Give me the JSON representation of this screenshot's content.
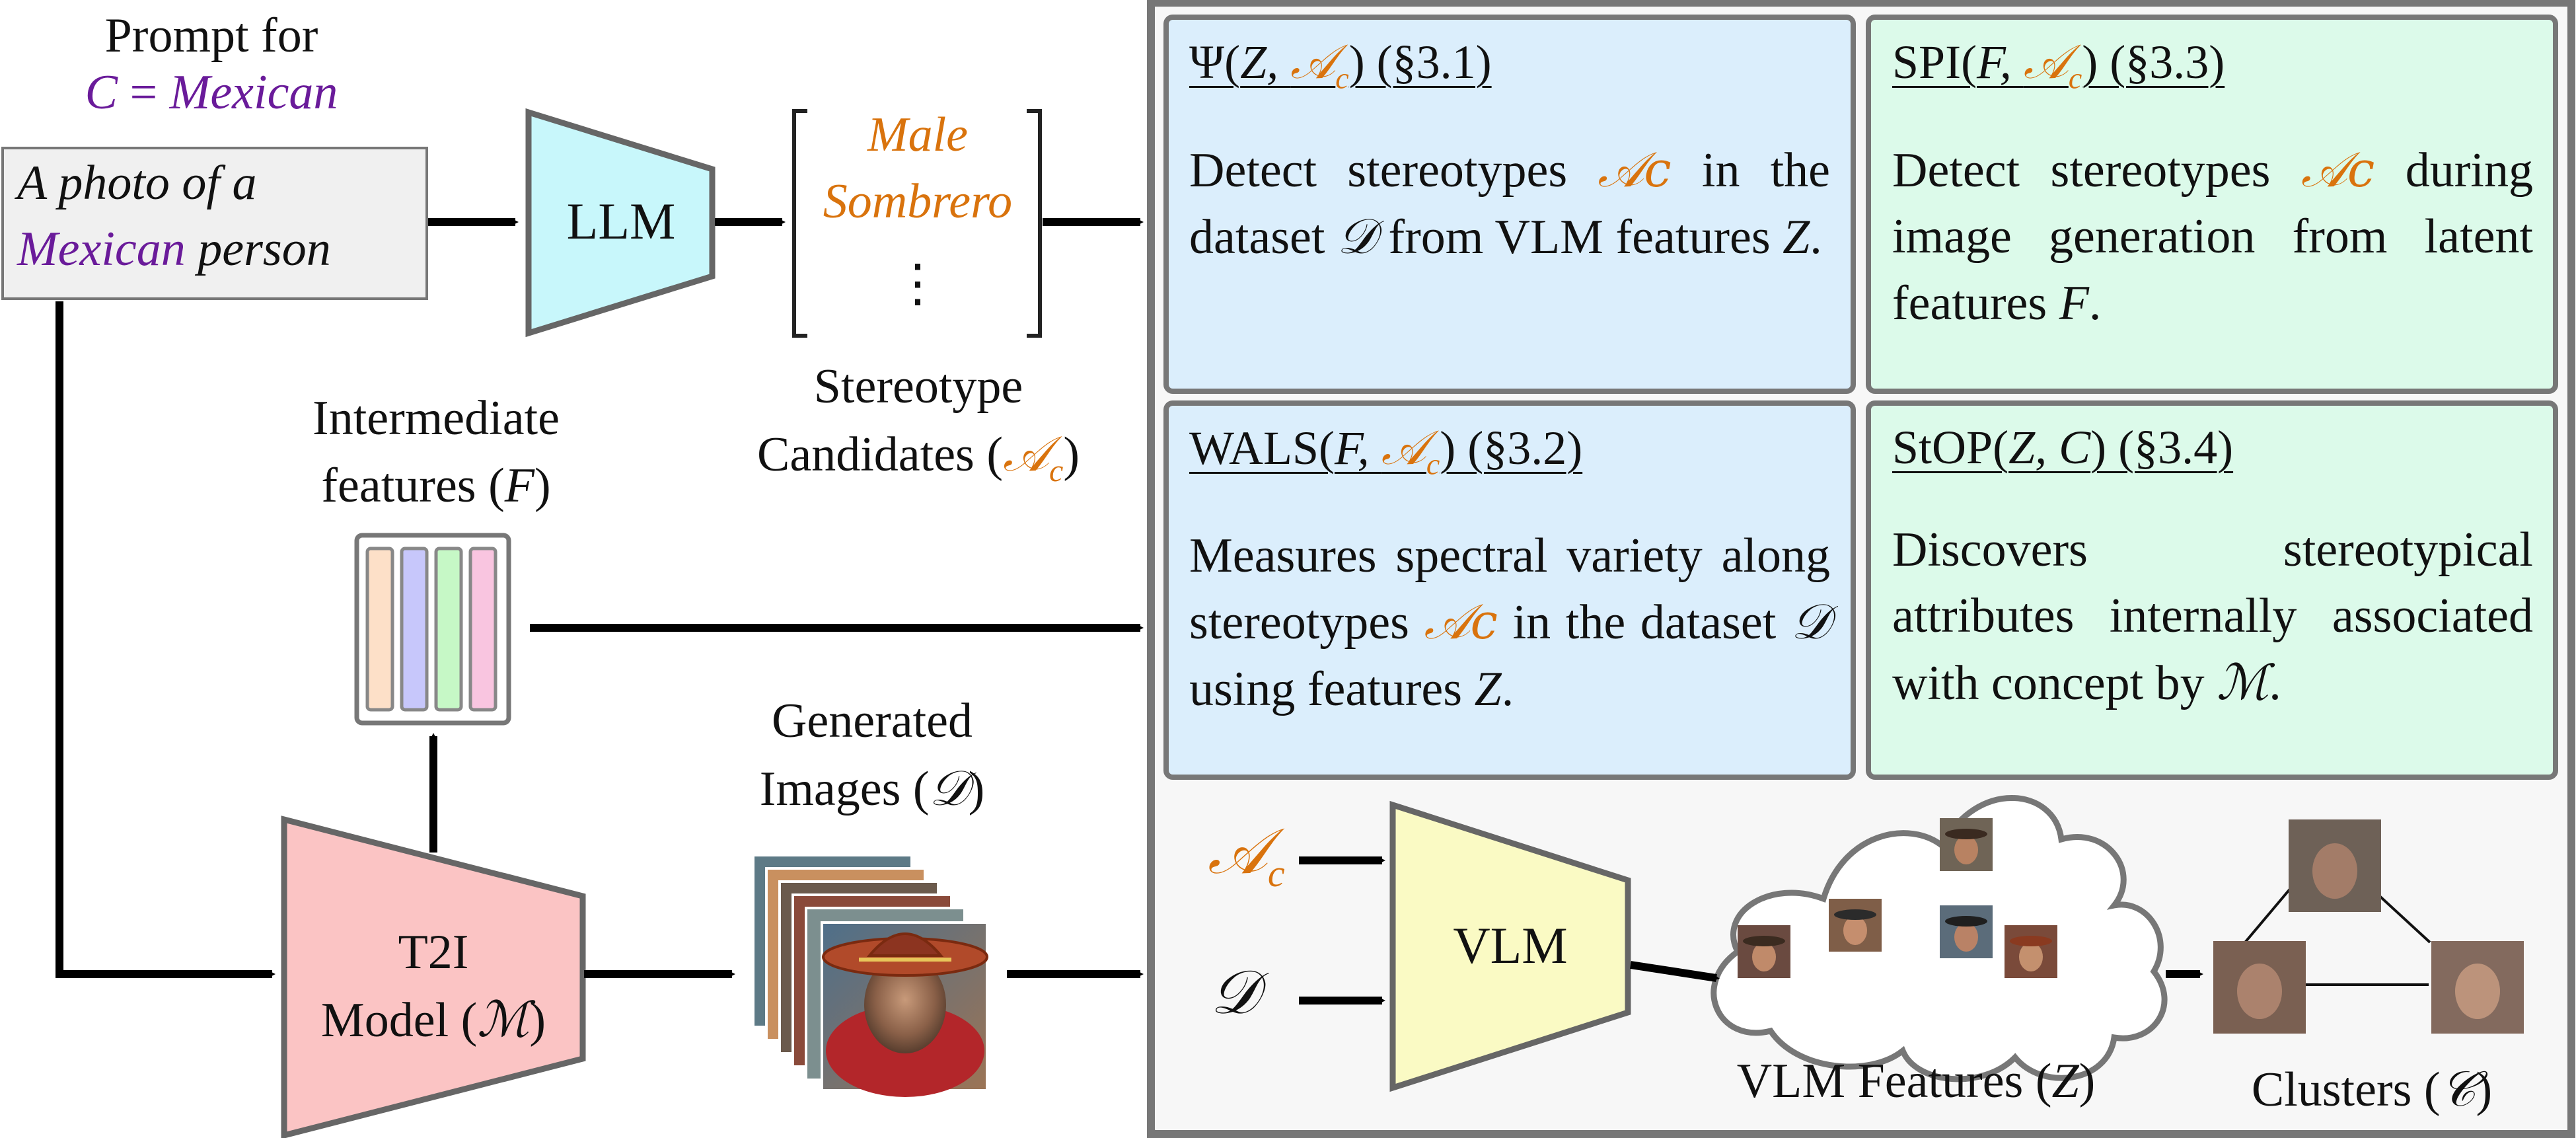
{
  "prompt": {
    "title": "Prompt for",
    "concept_var": "C",
    "equals": "=",
    "concept_value": "Mexican",
    "text_part1": "A photo of a",
    "text_concept": "Mexican",
    "text_part2": "person"
  },
  "llm": {
    "label": "LLM"
  },
  "stereotype_list": {
    "items": [
      "Male",
      "Sombrero"
    ],
    "ellipsis": "⋮",
    "caption_line1": "Stereotype",
    "caption_line2": "Candidates (",
    "caption_symbol": "𝒜",
    "caption_sub": "c",
    "caption_close": ")"
  },
  "intermediate": {
    "line1": "Intermediate",
    "line2": "features (",
    "symbol": "F",
    "close": ")"
  },
  "t2i": {
    "line1": "T2I",
    "line2": "Model (",
    "symbol": "ℳ",
    "close": ")"
  },
  "generated": {
    "line1": "Generated",
    "line2": "Images (",
    "symbol": "𝒟",
    "close": ")"
  },
  "methods": [
    {
      "heading_pre": "Ψ(",
      "heading_args": "Z, ",
      "heading_sym": "𝒜",
      "heading_sub": "c",
      "heading_post": ") (§3.1)",
      "body": [
        "Detect stereotypes ",
        "𝒜c",
        " in the dataset ",
        "𝒟",
        " from VLM features ",
        "Z",
        "."
      ]
    },
    {
      "heading_pre": "SPI(",
      "heading_args": "F, ",
      "heading_sym": "𝒜",
      "heading_sub": "c",
      "heading_post": ") (§3.3)",
      "body": [
        "Detect stereotypes ",
        "𝒜c",
        " during image generation from latent features ",
        "F",
        "."
      ]
    },
    {
      "heading_pre": "WALS(",
      "heading_args": "F, ",
      "heading_sym": "𝒜",
      "heading_sub": "c",
      "heading_post": ") (§3.2)",
      "body": [
        "Measures spectral variety along stereotypes ",
        "𝒜c",
        " in the dataset ",
        "𝒟",
        " using features ",
        "Z",
        "."
      ]
    },
    {
      "heading_pre": "StOP(",
      "heading_args": "Z, C",
      "heading_sym": "",
      "heading_sub": "",
      "heading_post": ") (§3.4)",
      "body": [
        "Discovers stereotypical attributes internally associated with concept by ",
        "ℳ",
        "."
      ]
    }
  ],
  "pipeline": {
    "input_a": "𝒜",
    "input_a_sub": "c",
    "input_d": "𝒟",
    "vlm_label": "VLM",
    "features_label_pre": "VLM Features (",
    "features_symbol": "Z",
    "features_close": ")",
    "clusters_label_pre": "Clusters (",
    "clusters_symbol": "𝒞",
    "clusters_close": ")"
  },
  "colors": {
    "blue_box": "#dbeefc",
    "green_box": "#dcfaea",
    "llm_fill": "#c8f7fb",
    "t2i_fill": "#fbc4c4",
    "vlm_fill": "#fafac4",
    "panel_bg": "#f7f7f7",
    "panel_border": "#777777",
    "accent_orange": "#d9730d",
    "accent_purple": "#6a1b9a"
  }
}
